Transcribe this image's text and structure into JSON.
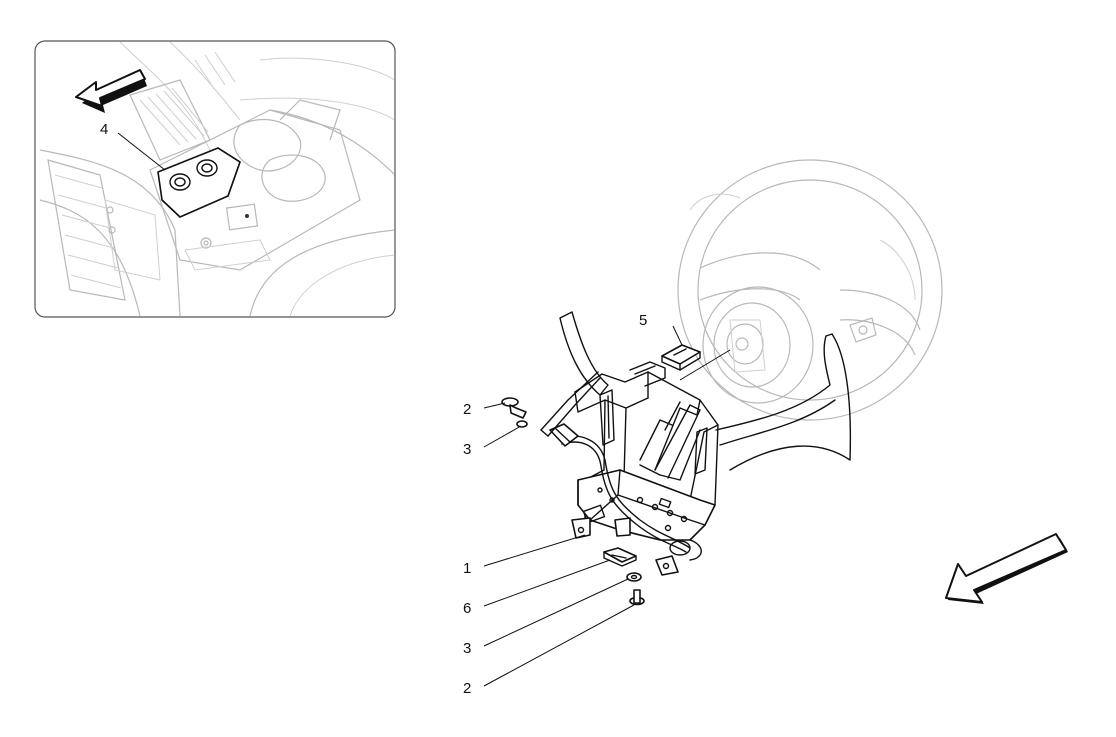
{
  "callouts": {
    "inset_4": "4",
    "top_5": "5",
    "left_2a": "2",
    "left_3a": "3",
    "bottom_1": "1",
    "bottom_6": "6",
    "bottom_3b": "3",
    "bottom_2b": "2"
  },
  "icons": {
    "inset_arrow": "direction-arrow-icon",
    "main_arrow": "direction-arrow-icon"
  },
  "colors": {
    "line": "#111111",
    "faint_line": "#b8b8b8",
    "background": "#ffffff"
  }
}
